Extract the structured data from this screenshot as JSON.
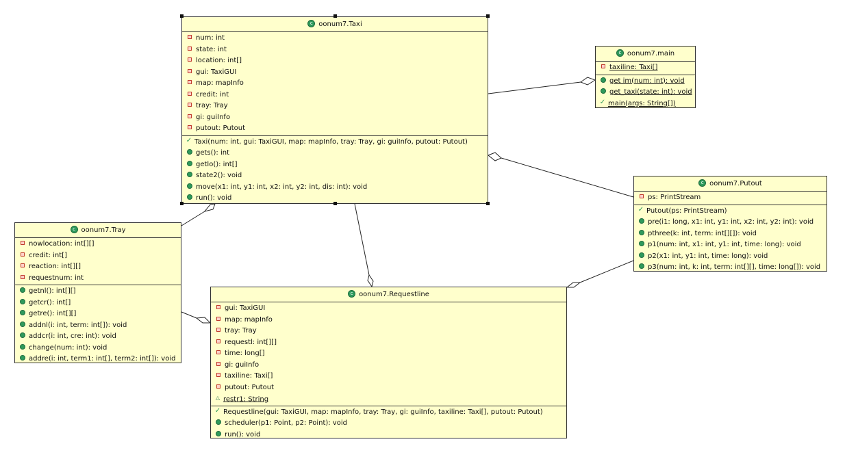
{
  "diagram": {
    "classes": {
      "taxi": {
        "title": "oonum7.Taxi",
        "fields": [
          {
            "text": "num: int",
            "kind": "field"
          },
          {
            "text": "state: int",
            "kind": "field"
          },
          {
            "text": "location: int[]",
            "kind": "field"
          },
          {
            "text": "gui: TaxiGUI",
            "kind": "field"
          },
          {
            "text": "map: mapInfo",
            "kind": "field"
          },
          {
            "text": "credit: int",
            "kind": "field"
          },
          {
            "text": "tray: Tray",
            "kind": "field"
          },
          {
            "text": "gi: guiInfo",
            "kind": "field"
          },
          {
            "text": "putout: Putout",
            "kind": "field"
          }
        ],
        "methods": [
          {
            "text": "Taxi(num: int, gui: TaxiGUI, map: mapInfo, tray: Tray, gi: guiInfo, putout: Putout)",
            "kind": "ctor"
          },
          {
            "text": "gets(): int",
            "kind": "method"
          },
          {
            "text": "getlo(): int[]",
            "kind": "method"
          },
          {
            "text": "state2(): void",
            "kind": "method"
          },
          {
            "text": "move(x1: int, y1: int, x2: int, y2: int, dis: int): void",
            "kind": "method"
          },
          {
            "text": "run(): void",
            "kind": "method"
          }
        ]
      },
      "main": {
        "title": "oonum7.main",
        "fields": [
          {
            "text": "taxiline: Taxi[]",
            "kind": "field",
            "static": true
          }
        ],
        "methods": [
          {
            "text": "get im(num: int): void",
            "kind": "method",
            "static": true
          },
          {
            "text": "get_taxi(state: int): void",
            "kind": "method",
            "static": true
          },
          {
            "text": "main(args: String[])",
            "kind": "ctor",
            "static": true
          }
        ]
      },
      "putout": {
        "title": "oonum7.Putout",
        "fields": [
          {
            "text": "ps: PrintStream",
            "kind": "field"
          }
        ],
        "methods": [
          {
            "text": "Putout(ps: PrintStream)",
            "kind": "ctor"
          },
          {
            "text": "pre(i1: long, x1: int, y1: int, x2: int, y2: int): void",
            "kind": "method"
          },
          {
            "text": "pthree(k: int, term: int[][]): void",
            "kind": "method"
          },
          {
            "text": "p1(num: int, x1: int, y1: int, time: long): void",
            "kind": "method"
          },
          {
            "text": "p2(x1: int, y1: int, time: long): void",
            "kind": "method"
          },
          {
            "text": "p3(num: int, k: int, term: int[][], time: long[]): void",
            "kind": "method"
          }
        ]
      },
      "tray": {
        "title": "oonum7.Tray",
        "fields": [
          {
            "text": "nowlocation: int[][]",
            "kind": "field"
          },
          {
            "text": "credit: int[]",
            "kind": "field"
          },
          {
            "text": "reaction: int[][]",
            "kind": "field"
          },
          {
            "text": "requestnum: int",
            "kind": "field"
          }
        ],
        "methods": [
          {
            "text": "getnl(): int[][]",
            "kind": "method"
          },
          {
            "text": "getcr(): int[]",
            "kind": "method"
          },
          {
            "text": "getre(): int[][]",
            "kind": "method"
          },
          {
            "text": "addnl(i: int, term: int[]): void",
            "kind": "method"
          },
          {
            "text": "addcr(i: int, cre: int): void",
            "kind": "method"
          },
          {
            "text": "change(num: int): void",
            "kind": "method"
          },
          {
            "text": "addre(i: int, term1: int[], term2: int[]): void",
            "kind": "method"
          }
        ]
      },
      "requestline": {
        "title": "oonum7.Requestline",
        "fields": [
          {
            "text": "gui: TaxiGUI",
            "kind": "field"
          },
          {
            "text": "map: mapInfo",
            "kind": "field"
          },
          {
            "text": "tray: Tray",
            "kind": "field"
          },
          {
            "text": "requestl: int[][]",
            "kind": "field"
          },
          {
            "text": "time: long[]",
            "kind": "field"
          },
          {
            "text": "gi: guiInfo",
            "kind": "field"
          },
          {
            "text": "taxiline: Taxi[]",
            "kind": "field"
          },
          {
            "text": "putout: Putout",
            "kind": "field"
          },
          {
            "text": "restr1: String",
            "kind": "package",
            "static": true
          }
        ],
        "methods": [
          {
            "text": "Requestline(gui: TaxiGUI, map: mapInfo, tray: Tray, gi: guiInfo, taxiline: Taxi[], putout: Putout)",
            "kind": "ctor"
          },
          {
            "text": "scheduler(p1: Point, p2: Point): void",
            "kind": "method"
          },
          {
            "text": "run(): void",
            "kind": "method"
          }
        ]
      }
    },
    "class_icon_glyph": "c",
    "colors": {
      "class_fill": "#ffffcc",
      "border": "#333333",
      "class_icon": "#2f9a5c",
      "field_marker": "#c0392b",
      "method_marker": "#2f9a5c"
    },
    "relations": [
      {
        "type": "aggregation",
        "whole": "main",
        "part": "taxi"
      },
      {
        "type": "aggregation",
        "whole": "taxi",
        "part": "putout"
      },
      {
        "type": "aggregation",
        "whole": "taxi",
        "part": "tray"
      },
      {
        "type": "aggregation",
        "whole": "requestline",
        "part": "taxi"
      },
      {
        "type": "aggregation",
        "whole": "requestline",
        "part": "tray"
      },
      {
        "type": "aggregation",
        "whole": "requestline",
        "part": "putout"
      }
    ]
  }
}
